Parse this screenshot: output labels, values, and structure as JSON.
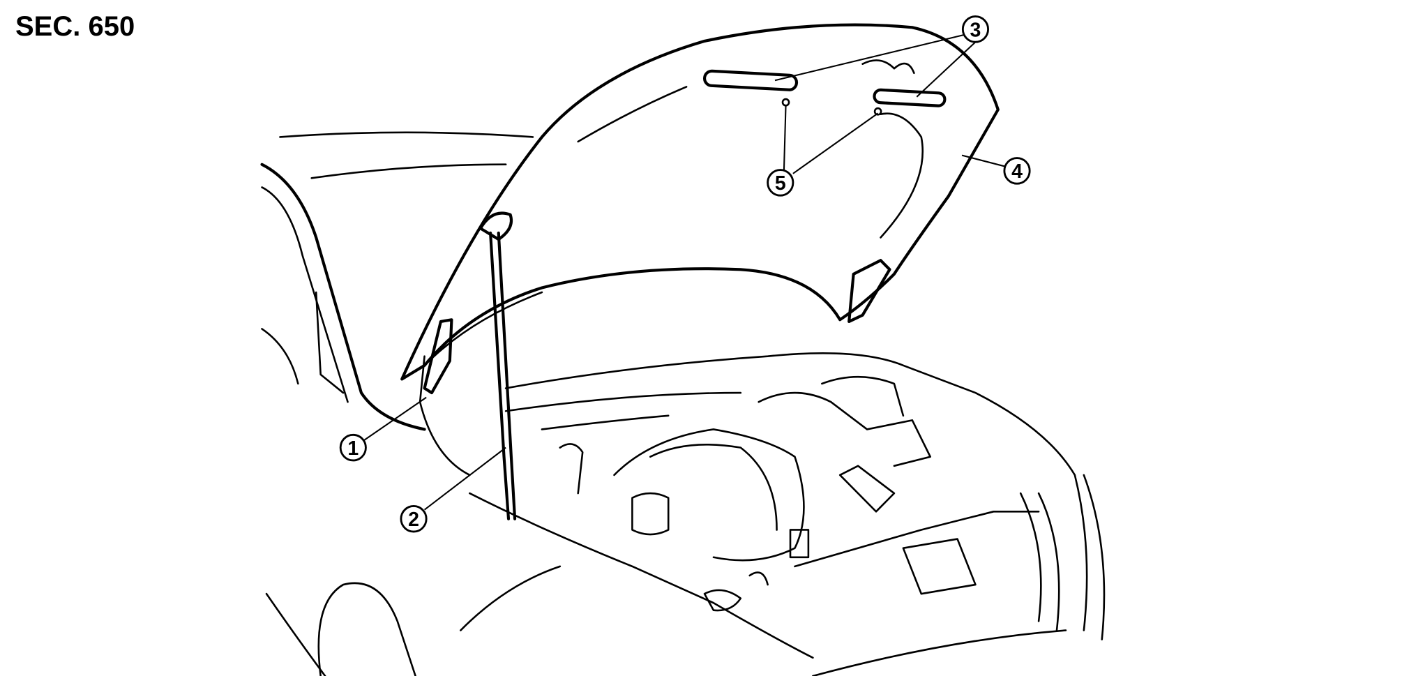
{
  "section_label": "SEC. 650",
  "callouts": [
    {
      "number": "1",
      "part": "hood-stay-clip"
    },
    {
      "number": "2",
      "part": "hood-stay"
    },
    {
      "number": "3",
      "part": "hood-insulator-pads"
    },
    {
      "number": "4",
      "part": "hood-assembly"
    },
    {
      "number": "5",
      "part": "hood-clips"
    }
  ]
}
